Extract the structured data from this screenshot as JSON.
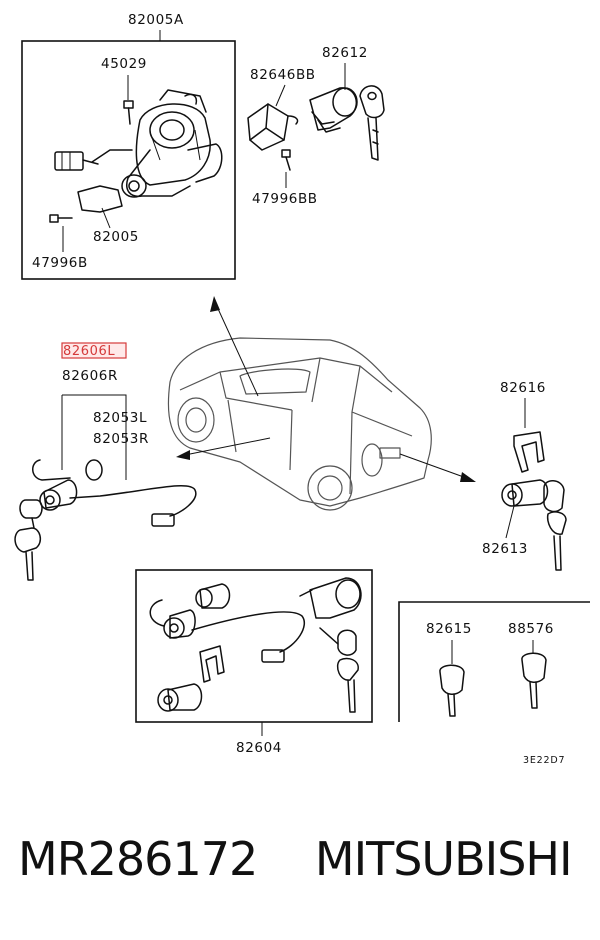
{
  "labels": {
    "kit_a": "82005A",
    "p45029": "45029",
    "p82005": "82005",
    "p47996b": "47996B",
    "p82646bb": "82646BB",
    "p82612": "82612",
    "p47996bb": "47996BB",
    "p82606l": "82606L",
    "p82606r": "82606R",
    "p82053l": "82053L",
    "p82053r": "82053R",
    "p82616": "82616",
    "p82613": "82613",
    "p82604": "82604",
    "p82615": "82615",
    "p88576": "88576",
    "code": "3E22D7"
  },
  "highlight_color": "#d43a3a",
  "footer": {
    "part_number": "MR286172",
    "brand": "MITSUBISHI"
  }
}
